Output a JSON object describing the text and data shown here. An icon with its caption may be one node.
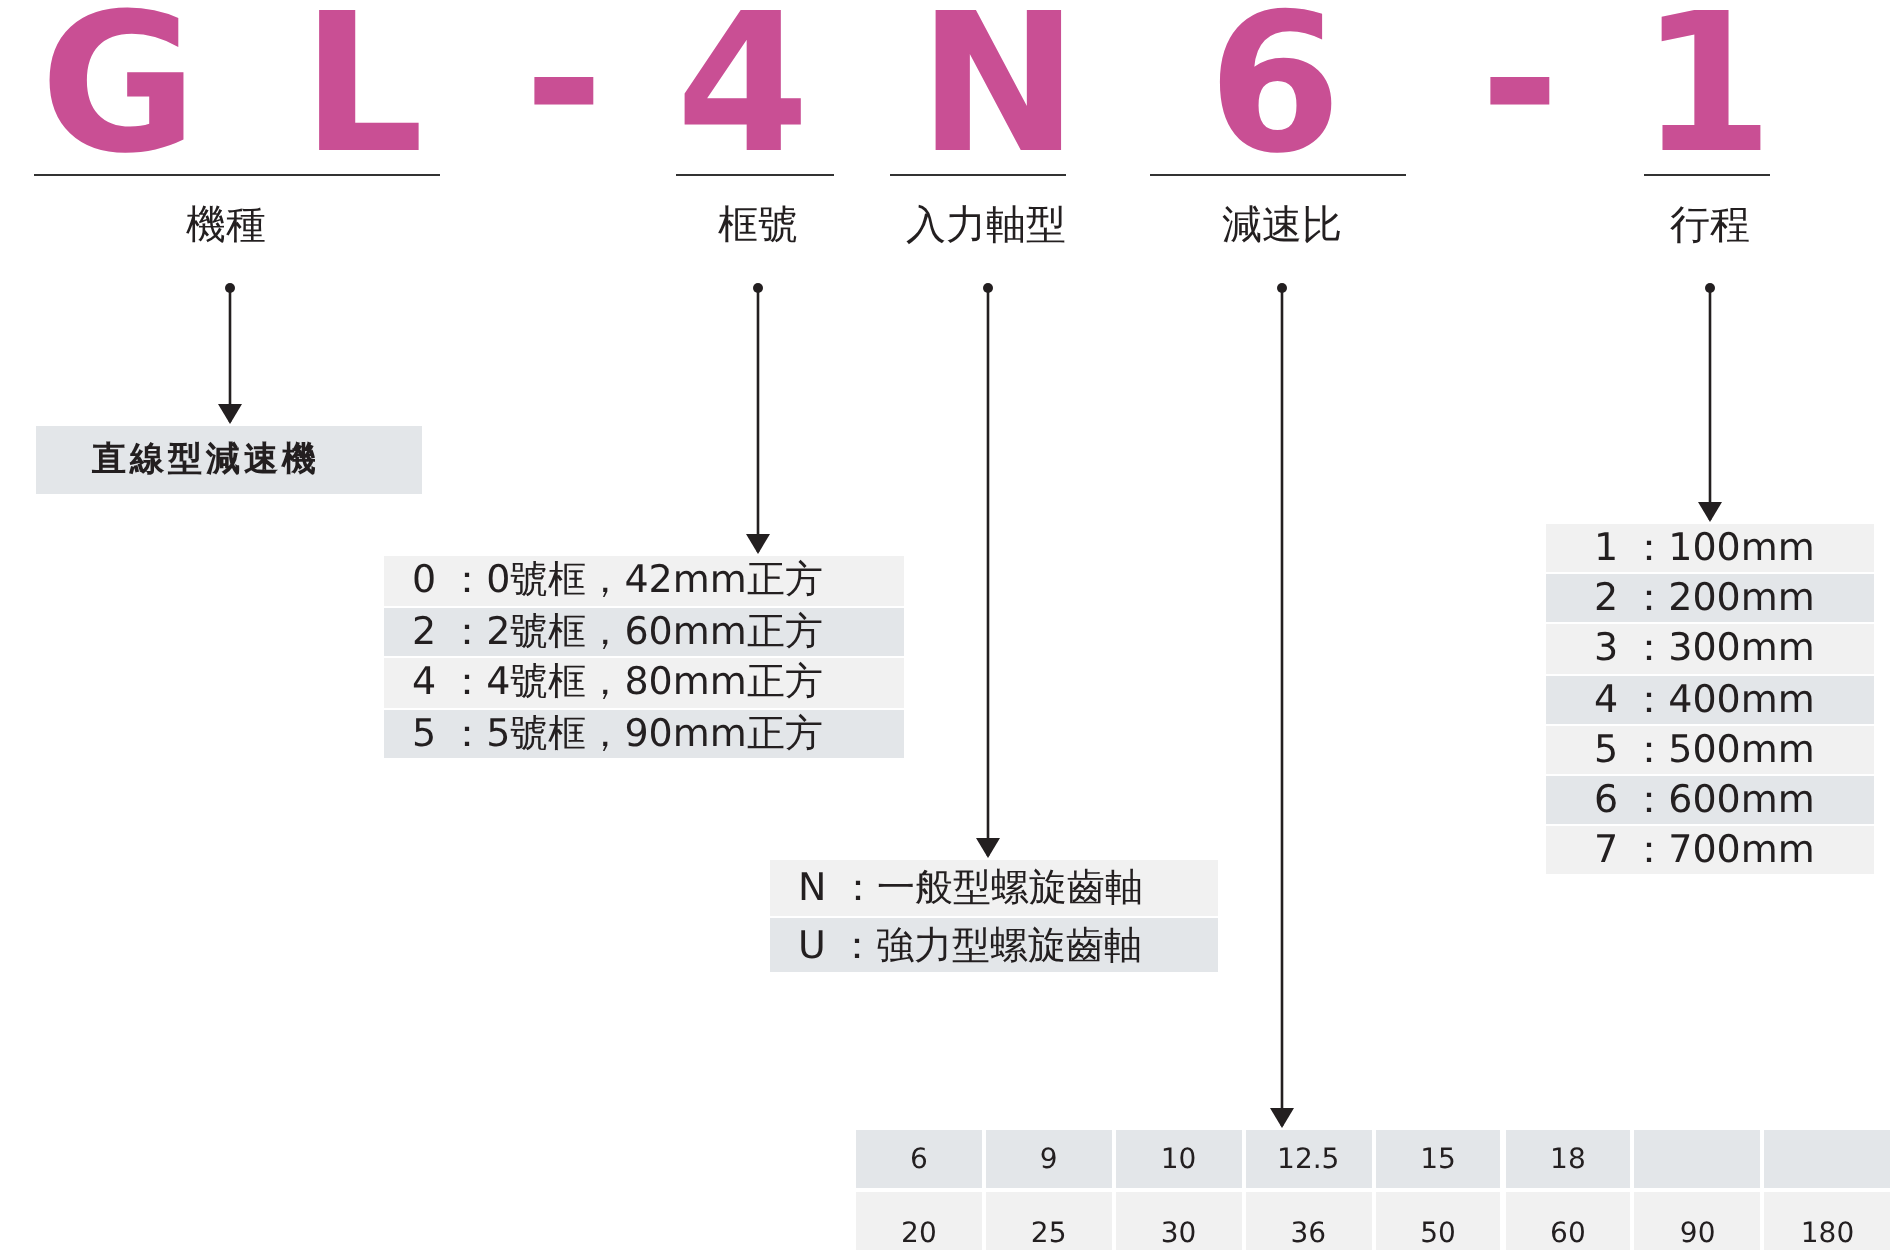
{
  "diagram": {
    "nodes": [
      {
        "text": [
          "GL",
          "機種"
        ]
      },
      {
        "text": [
          "直線型減速機"
        ]
      },
      {
        "text": [
          "4",
          "框號"
        ]
      },
      {
        "text": [
          "0 ：0號框，42mm正方",
          "2 ：2號框，60mm正方",
          "4 ：4號框，80mm正方",
          "5 ：5號框，90mm正方"
        ]
      },
      {
        "text": [
          "N",
          "入力軸型"
        ]
      },
      {
        "text": [
          "N ：一般型螺旋齒軸",
          "U ：強力型螺旋齒軸"
        ]
      },
      {
        "text": [
          "6",
          "減速比"
        ]
      },
      {
        "text": [
          "6",
          "9",
          "10",
          "12.5",
          "15",
          "18",
          "20",
          "25",
          "30",
          "36",
          "50",
          "60",
          "90",
          "180"
        ]
      },
      {
        "text": [
          "1",
          "行程"
        ]
      },
      {
        "text": [
          "1 ：100mm",
          "2 ：200mm",
          "3 ：300mm",
          "4 ：400mm",
          "5 ：500mm",
          "6 ：600mm",
          "7 ：700mm"
        ]
      }
    ],
    "edges": [
      {
        "from": 0,
        "to": 1,
        "arrow": "to"
      },
      {
        "from": 2,
        "to": 3,
        "arrow": "to"
      },
      {
        "from": 4,
        "to": 5,
        "arrow": "to"
      },
      {
        "from": 6,
        "to": 7,
        "arrow": "to"
      },
      {
        "from": 8,
        "to": 9,
        "arrow": "to"
      }
    ],
    "labels": [
      "-",
      "-"
    ]
  }
}
